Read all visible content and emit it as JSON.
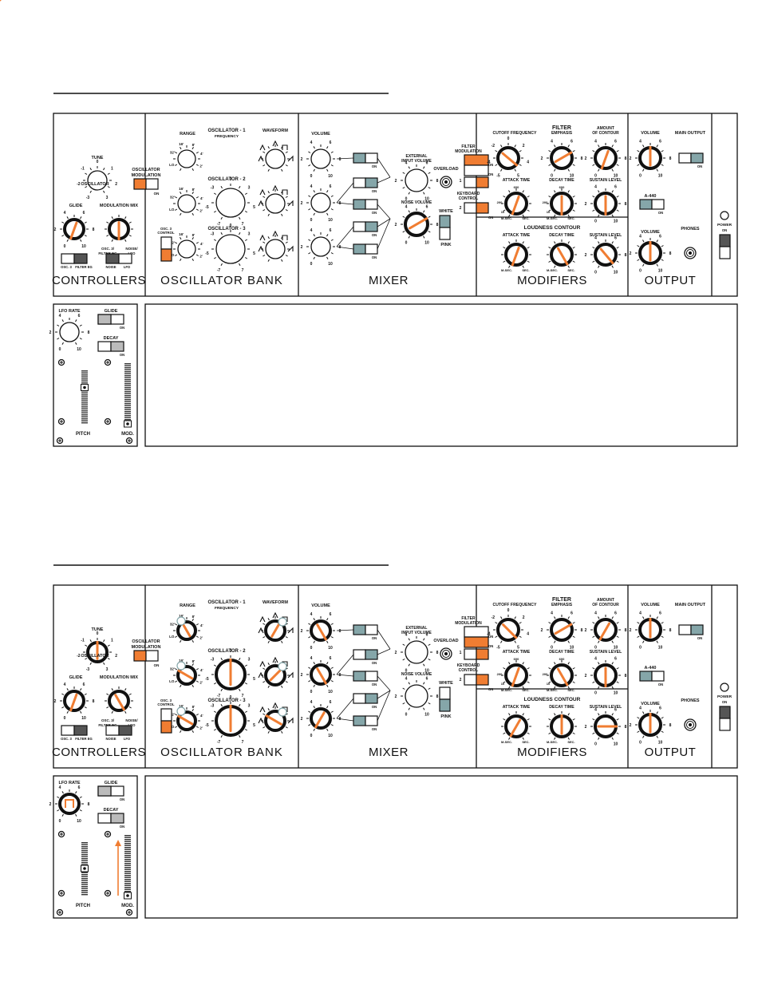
{
  "sections": {
    "controllers": "CONTROLLERS",
    "oscillator_bank": "OSCILLATOR BANK",
    "mixer": "MIXER",
    "modifiers": "MODIFIERS",
    "output": "OUTPUT"
  },
  "labels": {
    "tune": "TUNE",
    "glide": "GLIDE",
    "modulation_mix": "MODULATION MIX",
    "osc_mod_1": "OSCILLATOR",
    "osc_mod_2": "MODULATION",
    "on": "ON",
    "osc3_filter_eg": [
      "OSC. 3",
      "FILTER EG"
    ],
    "noise_lfo": [
      "NOISE",
      "LFO"
    ],
    "mm_left": [
      "OSC. 3/",
      "FILTER EG"
    ],
    "mm_right": [
      "NOISE/",
      "LFO"
    ],
    "range": "RANGE",
    "osc1": "OSCILLATOR - 1",
    "frequency": "FREQUENCY",
    "osc2": "OSCILLATOR - 2",
    "osc3": "OSCILLATOR - 3",
    "waveform": "WAVEFORM",
    "osc3_control": [
      "OSC. 3",
      "CONTROL"
    ],
    "range_marks": [
      "LO",
      "32'",
      "16'",
      "8'",
      "4'",
      "2'"
    ],
    "volume": "VOLUME",
    "external_input_volume": [
      "EXTERNAL",
      "INPUT VOLUME"
    ],
    "overload": "OVERLOAD",
    "noise_volume": "NOISE VOLUME",
    "white": "WHITE",
    "pink": "PINK",
    "filter_modulation": [
      "FILTER",
      "MODULATION"
    ],
    "keyboard_control": [
      "KEYBOARD",
      "CONTROL"
    ],
    "cutoff_frequency": "CUTOFF   FREQUENCY",
    "filter": "FILTER",
    "emphasis": "EMPHASIS",
    "amount_of_contour": [
      "AMOUNT",
      "OF CONTOUR"
    ],
    "attack_time": "ATTACK TIME",
    "decay_time": "DECAY TIME",
    "sustain_level": "SUSTAIN LEVEL",
    "loudness_contour": "LOUDNESS CONTOUR",
    "msec": "M-SEC.",
    "sec": "SEC.",
    "main_output": "MAIN OUTPUT",
    "a440": "A-440",
    "phones": "PHONES",
    "power": "POWER",
    "lfo_rate": "LFO RATE",
    "decay": "DECAY",
    "pitch": "PITCH",
    "mod": "MOD.",
    "switch_numbers": [
      "1",
      "2"
    ],
    "time_marks": [
      "600",
      "200",
      "10"
    ]
  },
  "scales": {
    "bipolar5": [
      "-5",
      "-4",
      "-2",
      "0",
      "2",
      "4",
      "5"
    ],
    "bipolar3": [
      "-3",
      "-2",
      "-1",
      "0",
      "1",
      "2",
      "3"
    ],
    "bipolar7": [
      "-7",
      "-5",
      "-3",
      "0",
      "3",
      "5",
      "7"
    ],
    "unipolar": [
      "0",
      "2",
      "4",
      "6",
      "8",
      "10"
    ],
    "cutoff": [
      "-5",
      "-4",
      "-2",
      "0",
      "2",
      "4",
      "5"
    ]
  },
  "colors": {
    "accent": "#f07d32",
    "switch_active": "#85a6a9",
    "switch_dark": "#555555",
    "slider": "#bbbbbb"
  },
  "panels": [
    {
      "knobs": {
        "tune": "none",
        "glide": 200,
        "modmix": 180,
        "range1": "none",
        "range2": "none",
        "range3": "none",
        "freq2": "none",
        "freq3": "none",
        "wave1": "none",
        "wave2": "none",
        "wave3": "none",
        "vol1": "none",
        "vol2": "none",
        "vol3": "none",
        "ext": "none",
        "noise": 60,
        "cutoff": 130,
        "emph": 60,
        "amount": 200,
        "f_att": 200,
        "f_dec": 180,
        "f_sus": 180,
        "l_att": 200,
        "l_dec": 150,
        "l_sus": 140,
        "out_vol": 0,
        "phones_vol": 0,
        "lfo": "none"
      },
      "osc_mod_on": false,
      "glide_switch_osc3": false,
      "modmix_noise": false,
      "filter_mod_on": false,
      "kbd1_on": true,
      "kbd2_on": true,
      "white_noise": true,
      "main_on": true,
      "a440_on": false,
      "power_on": true,
      "osc3_control_on": false,
      "mixer_on": [
        true,
        false,
        true,
        false,
        true
      ],
      "glide_on": false,
      "decay_on": false,
      "pitch_wheel": 0.7,
      "mod_wheel": 0.0,
      "mod_arrow": false,
      "range_circles": false,
      "lfo_square": false
    },
    {
      "knobs": {
        "tune": 0,
        "glide": 200,
        "modmix": 150,
        "range1": 330,
        "range2": 300,
        "range3": 300,
        "freq2": 0,
        "freq3": 0,
        "wave1": 30,
        "wave2": 45,
        "wave3": 300,
        "vol1": 150,
        "vol2": 150,
        "vol3": 210,
        "ext": "none",
        "noise": "none",
        "cutoff": 135,
        "emph": 60,
        "amount": 210,
        "f_att": 200,
        "f_dec": 150,
        "f_sus": 180,
        "l_att": 210,
        "l_dec": 0,
        "l_sus": 90,
        "out_vol": 0,
        "phones_vol": 0,
        "lfo": "square"
      },
      "osc_mod_on": false,
      "glide_switch_osc3": false,
      "modmix_noise": true,
      "filter_mod_on": true,
      "kbd1_on": true,
      "kbd2_on": true,
      "white_noise": false,
      "main_on": true,
      "a440_on": false,
      "power_on": true,
      "osc3_control_on": false,
      "mixer_on": [
        true,
        false,
        true,
        false,
        true
      ],
      "glide_on": false,
      "decay_on": false,
      "pitch_wheel": 0.5,
      "mod_wheel": 0.0,
      "mod_arrow": true,
      "range_circles": true,
      "lfo_square": true
    }
  ]
}
